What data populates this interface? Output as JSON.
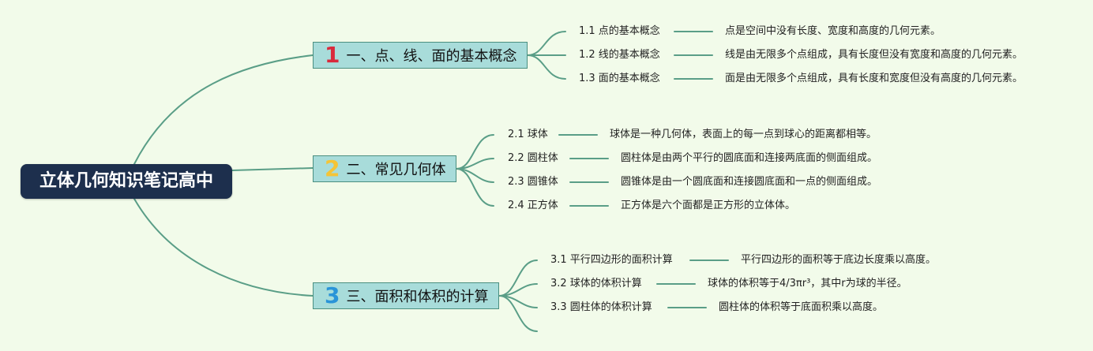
{
  "root": {
    "title": "立体几何知识笔记高中"
  },
  "branches": [
    {
      "num": "1",
      "num_color": "#d9293b",
      "title": "一、点、线、面的基本概念",
      "items": [
        {
          "label": "1.1 点的基本概念",
          "desc": "点是空间中没有长度、宽度和高度的几何元素。"
        },
        {
          "label": "1.2 线的基本概念",
          "desc": "线是由无限多个点组成，具有长度但没有宽度和高度的几何元素。"
        },
        {
          "label": "1.3 面的基本概念",
          "desc": "面是由无限多个点组成，具有长度和宽度但没有高度的几何元素。"
        }
      ]
    },
    {
      "num": "2",
      "num_color": "#f5c436",
      "title": "二、常见几何体",
      "items": [
        {
          "label": "2.1 球体",
          "desc": "球体是一种几何体，表面上的每一点到球心的距离都相等。"
        },
        {
          "label": "2.2 圆柱体",
          "desc": "圆柱体是由两个平行的圆底面和连接两底面的侧面组成。"
        },
        {
          "label": "2.3 圆锥体",
          "desc": "圆锥体是由一个圆底面和连接圆底面和一点的侧面组成。"
        },
        {
          "label": "2.4 正方体",
          "desc": "正方体是六个面都是正方形的立体体。"
        }
      ]
    },
    {
      "num": "3",
      "num_color": "#2a94d8",
      "title": "三、面积和体积的计算",
      "items": [
        {
          "label": "3.1 平行四边形的面积计算",
          "desc": "平行四边形的面积等于底边长度乘以高度。"
        },
        {
          "label": "3.2 球体的体积计算",
          "desc": "球体的体积等于4/3πr³，其中r为球的半径。"
        },
        {
          "label": "3.3 圆柱体的体积计算",
          "desc": "圆柱体的体积等于底面积乘以高度。"
        }
      ]
    }
  ],
  "colors": {
    "background": "#f2fbea",
    "line": "#5a9e87",
    "root": "#1d2f4d",
    "branch": "#a8dcda"
  }
}
